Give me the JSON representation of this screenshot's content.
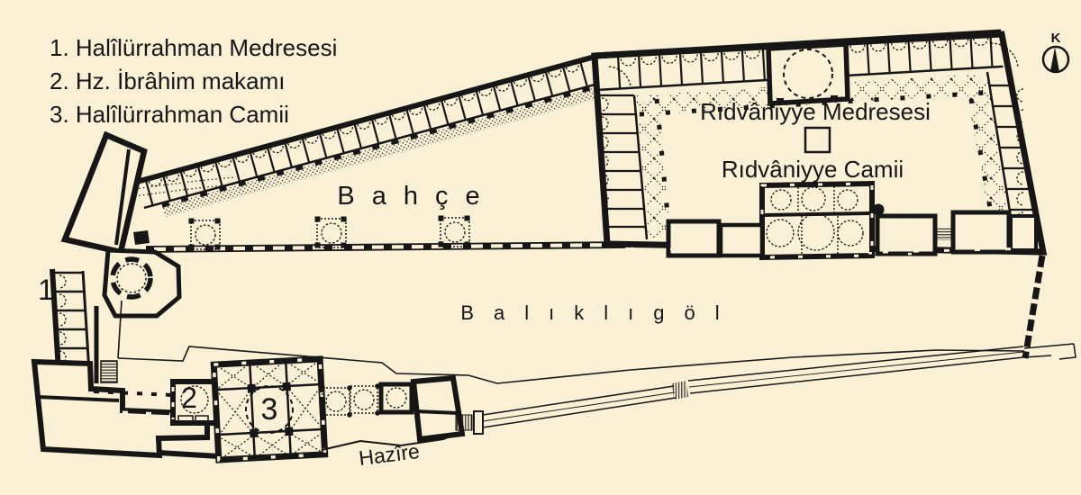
{
  "colors": {
    "paper": "#faf0d6",
    "ink": "#161616"
  },
  "legend": {
    "items": [
      {
        "text": "1. Halîlürrahman Medresesi"
      },
      {
        "text": "2. Hz. İbrâhim makamı"
      },
      {
        "text": "3. Halîlürrahman Camii"
      }
    ]
  },
  "compass": {
    "label": "K"
  },
  "labels": {
    "garden": "Bahçe",
    "lake": "Balıklıgöl",
    "cemetery": "Hazîre",
    "ridvaniyye_medresesi": "Rıdvâniyye Medresesi",
    "ridvaniyye_camii": "Rıdvâniyye Camii"
  },
  "markers": {
    "halilurrahman_medresesi": "1",
    "ibrahim_makami": "2",
    "halilurrahman_camii": "3"
  }
}
